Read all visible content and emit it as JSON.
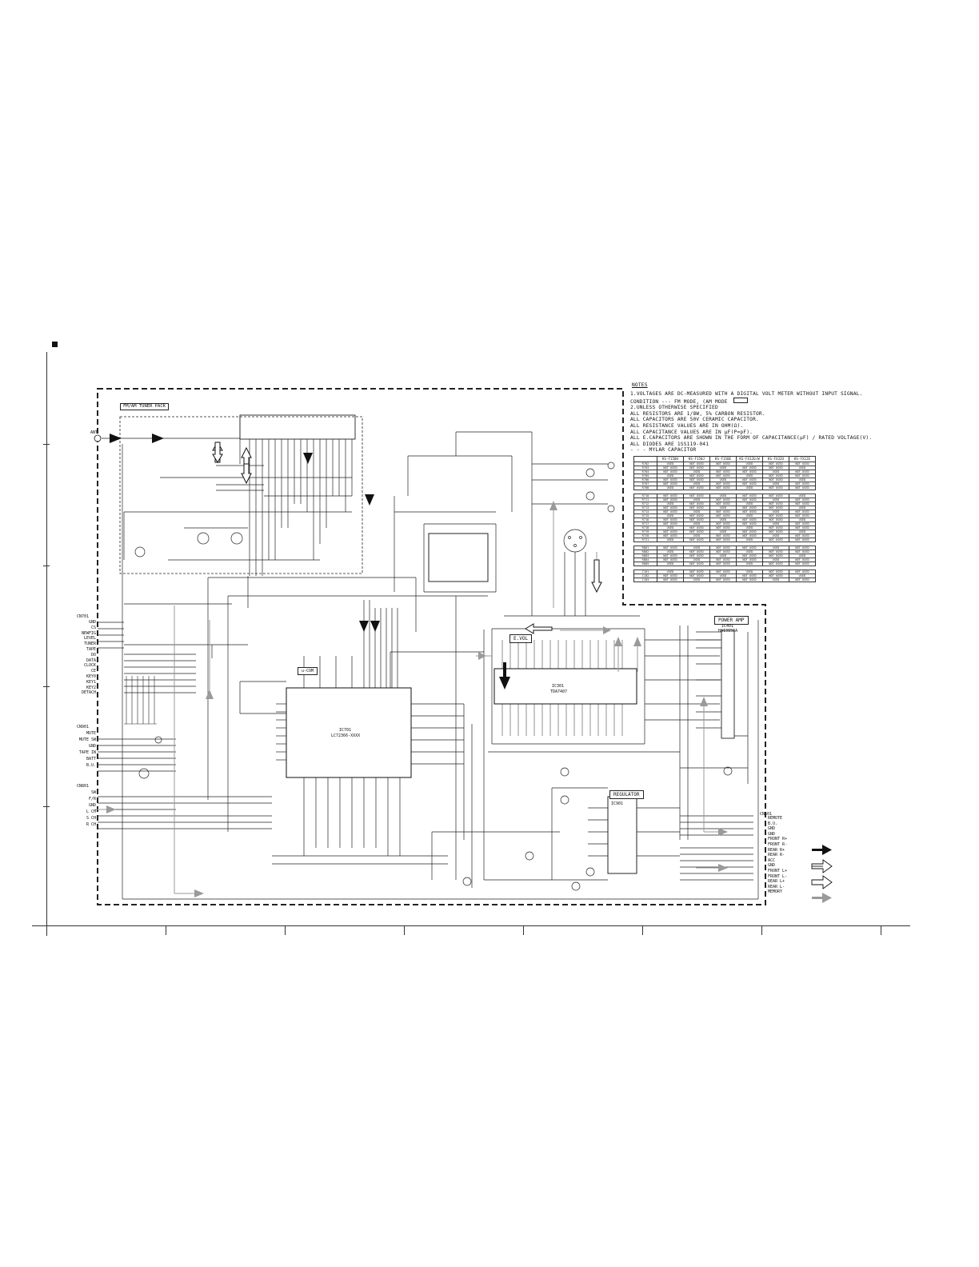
{
  "block_labels": {
    "tuner_pack": "FM/AM TUNER PACK",
    "e_vol": "E.VOL",
    "power_amp": "POWER AMP",
    "regulator": "REGULATOR",
    "mcu": "u-COM"
  },
  "ic_labels": {
    "mcu_ref": "IC701",
    "mcu_part": "LC72366-XXXX",
    "evol_ref": "IC301",
    "evol_part": "TDA7407",
    "amp_ref": "IC401",
    "amp_part": "HA13158A",
    "reg_ref": "IC901"
  },
  "notes": {
    "heading": "NOTES",
    "lines": [
      "1.VOLTAGES ARE DC-MEASURED WITH A DIGITAL VOLT METER WITHOUT INPUT SIGNAL.",
      "  CONDITION --- FM MODE, (AM MODE",
      "2.UNLESS OTHERWISE SPECIFIED",
      "  ALL RESISTORS ARE 1/8W, 5% CARBON RESISTOR.",
      "  ALL CAPACITORS ARE 50V CERAMIC CAPACITOR.",
      "  ALL RESISTANCE VALUES ARE IN OHM(Ω).",
      "  ALL CAPACITANCE VALUES ARE IN μF(P=pF).",
      "  ALL E.CAPACITORS ARE SHOWN IN THE FORM OF CAPACITANCE(μF) / RATED VOLTAGE(V).",
      "  ALL DIODES ARE 1SS119-041",
      "  - - - MYLAR CAPACITOR"
    ]
  },
  "model_table": {
    "columns": [
      "KS-F150U",
      "KS-F150J",
      "KS-F150E",
      "KS-FX12U/W",
      "KS-FX32U",
      "KS-FX12E"
    ],
    "rows_group1": [
      "R702",
      "R703",
      "R704",
      "R705",
      "R706",
      "R707",
      "R708"
    ],
    "rows_group2": [
      "R710",
      "R711",
      "R712",
      "R713",
      "R714",
      "R715",
      "R716",
      "R717",
      "R718",
      "R719",
      "R720",
      "R721"
    ],
    "rows_group3": [
      "R801",
      "R802",
      "R803",
      "R804",
      "R805"
    ],
    "rows_group4": [
      "C101",
      "C102",
      "C103"
    ],
    "cell_used": "USED",
    "cell_not_used": "NOT USED"
  },
  "connectors": {
    "cn701": {
      "ref": "CN701",
      "pins": [
        "GND",
        "CS",
        "NEWFIG",
        "LEVEL",
        "TUNER",
        "TAPE",
        "DO",
        "DATA",
        "CLOCK",
        "CE",
        "KEY0",
        "KEY1",
        "KEY2",
        "DETACH"
      ]
    },
    "cn901": {
      "ref": "CN901",
      "pins": [
        "MUTE",
        "MUTE SW",
        "GND",
        "TAPE IN",
        "BATT",
        "B.U."
      ]
    },
    "cn801": {
      "ref": "CN801",
      "pins": [
        "SW",
        "F/R",
        "GND",
        "L CH",
        "S CH",
        "R CH"
      ]
    },
    "cn501": {
      "ref": "CN501",
      "pins": [
        "REMOTE",
        "B.U.",
        "GND",
        "GND",
        "FRONT R+",
        "FRONT R-",
        "REAR R+",
        "REAR R-",
        "ACC",
        "GND",
        "FRONT L+",
        "FRONT L-",
        "REAR L+",
        "REAR L-",
        "MEMORY"
      ]
    },
    "antenna": "ANT"
  },
  "legend": {
    "items": [
      {
        "style": "solid-black",
        "label": ""
      },
      {
        "style": "hollow-double",
        "label": ""
      },
      {
        "style": "hollow",
        "label": ""
      },
      {
        "style": "gray",
        "label": ""
      }
    ]
  },
  "colors": {
    "line": "#222222",
    "signal_gray": "#9a9a9a",
    "dash": "#222222"
  }
}
